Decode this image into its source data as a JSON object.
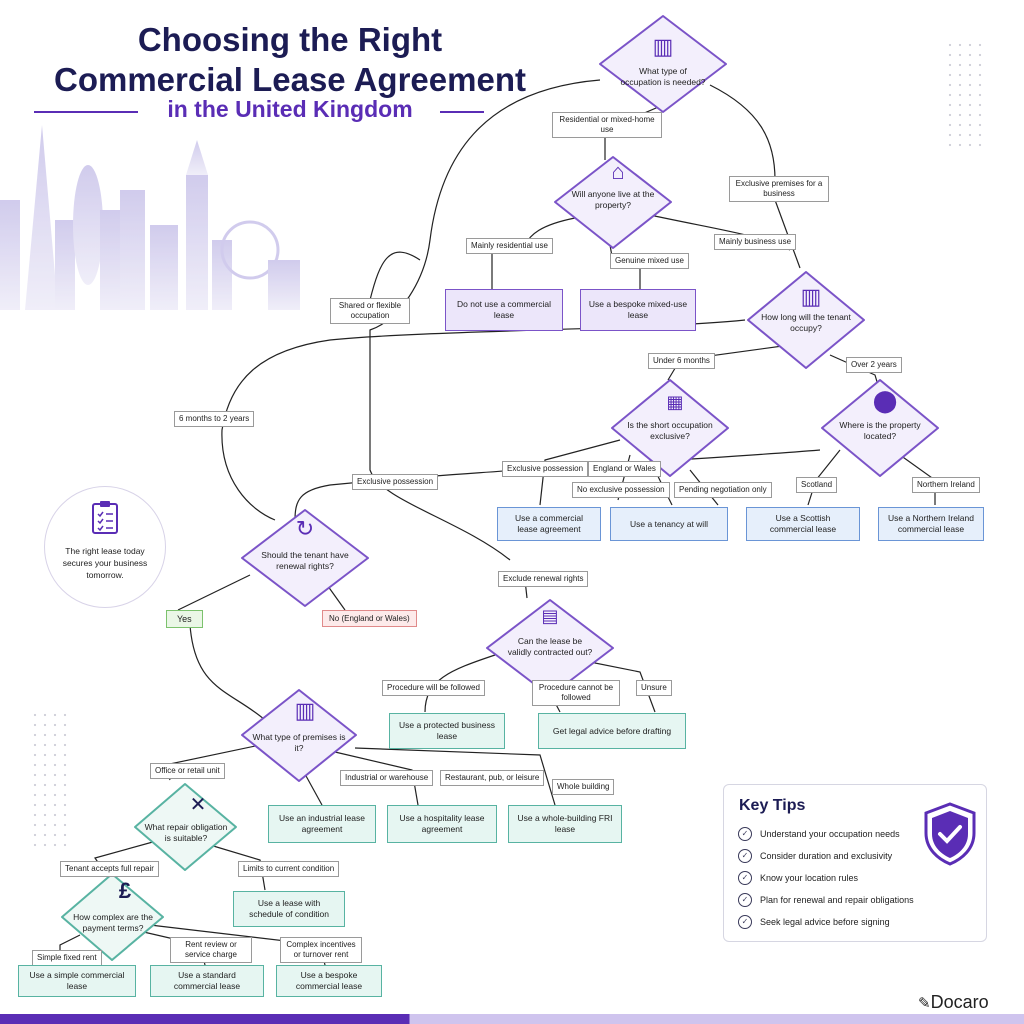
{
  "header": {
    "title_line1": "Choosing the Right",
    "title_line2": "Commercial Lease Agreement",
    "subtitle": "in the United Kingdom"
  },
  "decisions": {
    "occupation": "What type of occupation is needed?",
    "live": "Will anyone live at the property?",
    "how_long": "How long will the tenant occupy?",
    "short_excl": "Is the short occupation exclusive?",
    "where": "Where is the property located?",
    "renewal": "Should the tenant have renewal rights?",
    "contracted": "Can the lease be validly contracted out?",
    "premises": "What type of premises is it?",
    "repair": "What repair obligation is suitable?",
    "payment": "How complex are the payment terms?"
  },
  "labels": {
    "residential": "Residential or mixed-home use",
    "exclusive_business": "Exclusive premises for a business",
    "mainly_res": "Mainly residential use",
    "genuine_mixed": "Genuine mixed use",
    "mainly_business": "Mainly business use",
    "shared": "Shared or flexible occupation",
    "under6": "Under 6 months",
    "over2": "Over 2 years",
    "six_to_two": "6 months to 2 years",
    "excl_poss": "Exclusive possession",
    "excl_poss2": "Exclusive possession",
    "eng_wales": "England or Wales",
    "no_excl": "No exclusive possession",
    "pending": "Pending negotiation only",
    "scotland": "Scotland",
    "ni": "Northern Ireland",
    "exclude_renewal": "Exclude renewal rights",
    "yes": "Yes",
    "no_ew": "No (England or Wales)",
    "proc_follow": "Procedure will be followed",
    "proc_cannot": "Procedure cannot be followed",
    "unsure": "Unsure",
    "office": "Office or retail unit",
    "industrial": "Industrial or warehouse",
    "restaurant": "Restaurant, pub, or leisure",
    "whole": "Whole building",
    "full_repair": "Tenant accepts full repair",
    "limits": "Limits to current condition",
    "simple_fixed": "Simple fixed rent",
    "rent_review": "Rent review or service charge",
    "complex_inc": "Complex incentives or turnover rent"
  },
  "outcomes": {
    "no_commercial": "Do not use a commercial lease",
    "bespoke_mixed": "Use a bespoke mixed-use lease",
    "commercial_agreement": "Use a commercial lease agreement",
    "tenancy_will": "Use a tenancy at will",
    "scottish": "Use a Scottish commercial lease",
    "ni_lease": "Use a Northern Ireland commercial lease",
    "protected": "Use a protected business lease",
    "legal_advice": "Get legal advice before drafting",
    "industrial": "Use an industrial lease agreement",
    "hospitality": "Use a hospitality lease agreement",
    "whole_fri": "Use a whole-building FRI lease",
    "schedule": "Use a lease with schedule of condition",
    "simple": "Use a simple commercial lease",
    "standard": "Use a standard commercial lease",
    "bespoke": "Use a bespoke commercial lease"
  },
  "callout": "The right lease today secures your business tomorrow.",
  "tips": {
    "title": "Key Tips",
    "items": [
      "Understand your occupation needs",
      "Consider duration and exclusivity",
      "Know your location rules",
      "Plan for renewal and repair obligations",
      "Seek legal advice before signing"
    ]
  },
  "brand": "Docaro",
  "colors": {
    "navy": "#1c1c54",
    "purple": "#5a2db5",
    "blue": "#6a95d6",
    "teal": "#58b3a2"
  }
}
